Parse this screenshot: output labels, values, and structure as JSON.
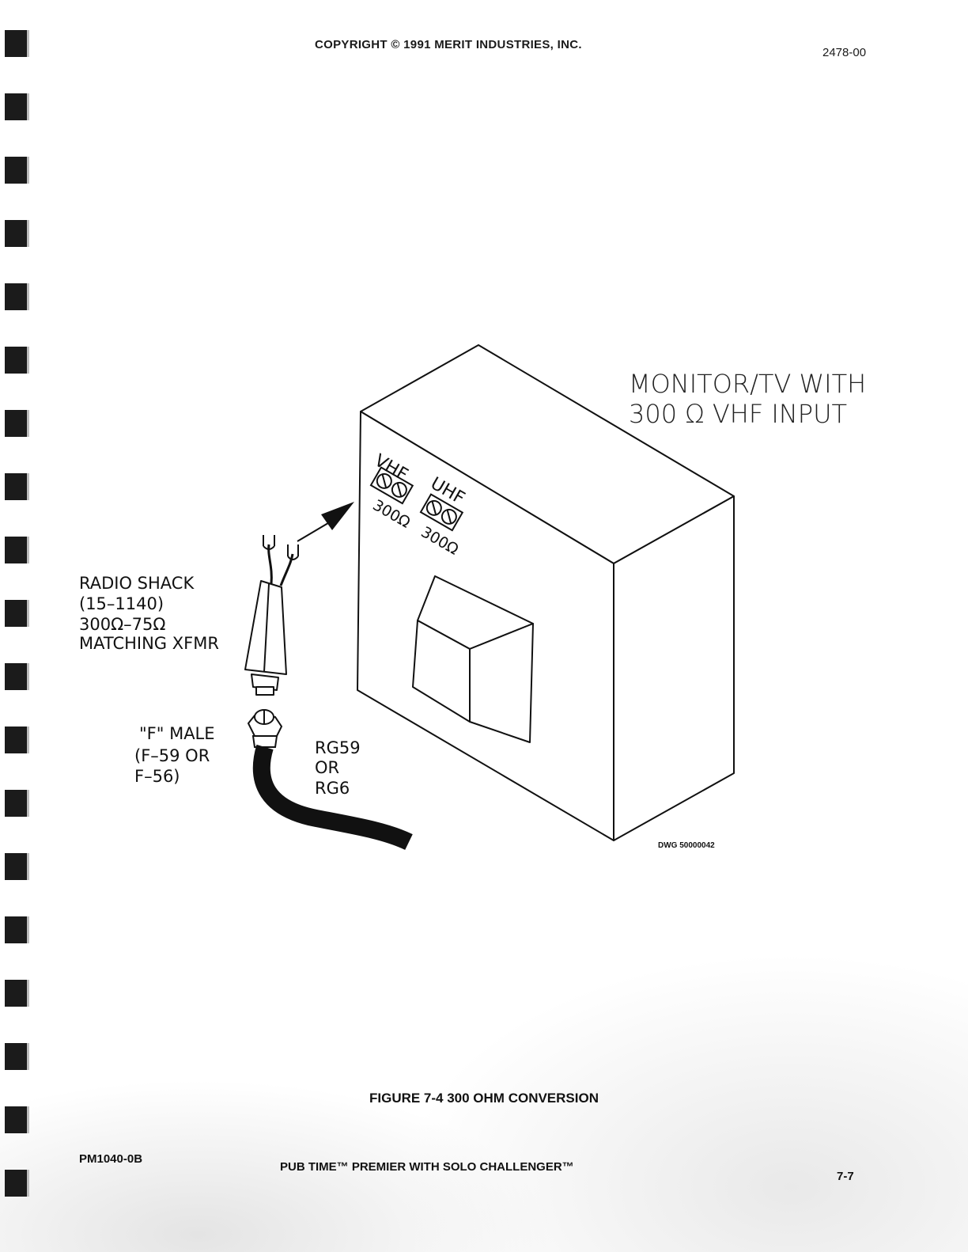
{
  "header": {
    "copyright": "COPYRIGHT © 1991 MERIT INDUSTRIES, INC.",
    "doc_number": "2478-00"
  },
  "figure": {
    "monitor_label_line1": "MONITOR/TV WITH",
    "monitor_label_line2": "300 Ω VHF INPUT",
    "vhf_label": "VHF",
    "vhf_ohms": "300Ω",
    "uhf_label": "UHF",
    "uhf_ohms": "300Ω",
    "xfmr_line1": "RADIO SHACK",
    "xfmr_line2": "(15–1140)",
    "xfmr_line3": "300Ω–75Ω",
    "xfmr_line4": "MATCHING XFMR",
    "f_male_line1": "\"F\" MALE",
    "f_male_line2": "(F–59 OR",
    "f_male_line3": "F–56)",
    "cable_line1": "RG59",
    "cable_line2": "OR",
    "cable_line3": "RG6",
    "drawing_number": "DWG 50000042"
  },
  "caption": "FIGURE 7-4  300 OHM CONVERSION",
  "footer": {
    "left": "PM1040-0B",
    "center": "PUB TIME™ PREMIER WITH SOLO CHALLENGER™",
    "right": "7-7"
  }
}
